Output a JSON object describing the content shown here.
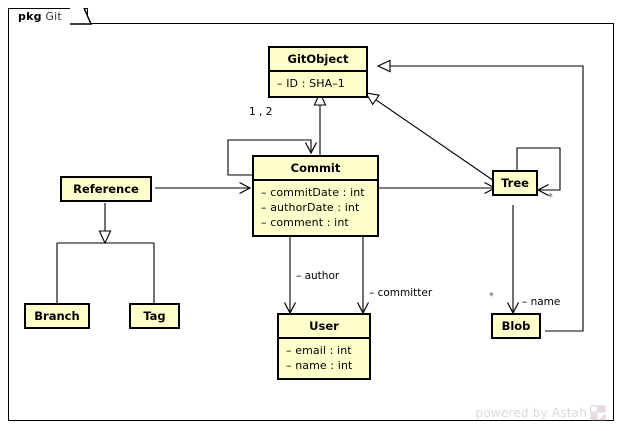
{
  "diagram": {
    "tool_watermark": "powered by Astah",
    "package": {
      "stereotype": "pkg",
      "name": "Git"
    },
    "colors": {
      "class_fill": "#ffffcc",
      "class_border": "#000000",
      "canvas": "#ffffff",
      "watermark": "#b9a6b4"
    }
  },
  "classes": [
    {
      "id": "gitobject",
      "name": "GitObject",
      "attributes": [
        "– ID : SHA–1"
      ]
    },
    {
      "id": "commit",
      "name": "Commit",
      "attributes": [
        "– commitDate : int",
        "– authorDate : int",
        "– comment : int"
      ]
    },
    {
      "id": "reference",
      "name": "Reference",
      "attributes": []
    },
    {
      "id": "branch",
      "name": "Branch",
      "attributes": []
    },
    {
      "id": "tag",
      "name": "Tag",
      "attributes": []
    },
    {
      "id": "tree",
      "name": "Tree",
      "attributes": []
    },
    {
      "id": "blob",
      "name": "Blob",
      "attributes": []
    },
    {
      "id": "user",
      "name": "User",
      "attributes": [
        "– email : int",
        "– name : int"
      ]
    }
  ],
  "edge_labels": {
    "commit_parents_multiplicity": "1 , 2",
    "author_role": "– author",
    "committer_role": "– committer",
    "tree_children_multiplicity": "*",
    "blob_multiplicity": "*",
    "blob_name_role": "– name"
  },
  "relationships": [
    {
      "type": "generalization",
      "from": "Commit",
      "to": "GitObject"
    },
    {
      "type": "generalization",
      "from": "Tree",
      "to": "GitObject"
    },
    {
      "type": "generalization",
      "from": "Blob",
      "to": "GitObject"
    },
    {
      "type": "generalization",
      "from": "Branch",
      "to": "Reference"
    },
    {
      "type": "generalization",
      "from": "Tag",
      "to": "Reference"
    },
    {
      "type": "association",
      "from": "Reference",
      "to": "Commit"
    },
    {
      "type": "association",
      "from": "Commit",
      "to": "Commit",
      "multiplicity": "1 , 2"
    },
    {
      "type": "association",
      "from": "Commit",
      "to": "Tree"
    },
    {
      "type": "association",
      "from": "Commit",
      "to": "User",
      "role": "– author"
    },
    {
      "type": "association",
      "from": "Commit",
      "to": "User",
      "role": "– committer"
    },
    {
      "type": "association",
      "from": "Tree",
      "to": "Tree",
      "multiplicity": "*"
    },
    {
      "type": "association",
      "from": "Tree",
      "to": "Blob",
      "role": "– name",
      "multiplicity": "*"
    }
  ]
}
